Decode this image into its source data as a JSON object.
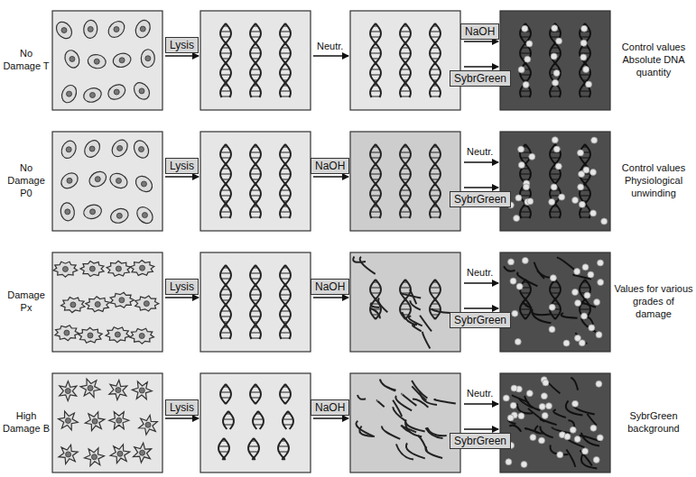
{
  "diagram": {
    "nodes": [
      {
        "text": [
          "Lysis"
        ]
      },
      {
        "text": [
          "NaOH"
        ]
      },
      {
        "text": [
          "SybrGreen"
        ]
      },
      {
        "text": [
          "Lysis"
        ]
      },
      {
        "text": [
          "NaOH"
        ]
      },
      {
        "text": [
          "SybrGreen"
        ]
      },
      {
        "text": [
          "Lysis"
        ]
      },
      {
        "text": [
          "NaOH"
        ]
      },
      {
        "text": [
          "SybrGreen"
        ]
      },
      {
        "text": [
          "Lysis"
        ]
      },
      {
        "text": [
          "NaOH"
        ]
      },
      {
        "text": [
          "SybrGreen"
        ]
      }
    ],
    "labels": [
      "No Damage T",
      "Neutr.",
      "Control values Absolute DNA quantity",
      "No Damage P0",
      "Neutr.",
      "Control values Physiological unwinding",
      "Damage Px",
      "Neutr.",
      "Values for various grades of damage",
      "High Damage B",
      "Neutr.",
      "SybrGreen background"
    ]
  }
}
